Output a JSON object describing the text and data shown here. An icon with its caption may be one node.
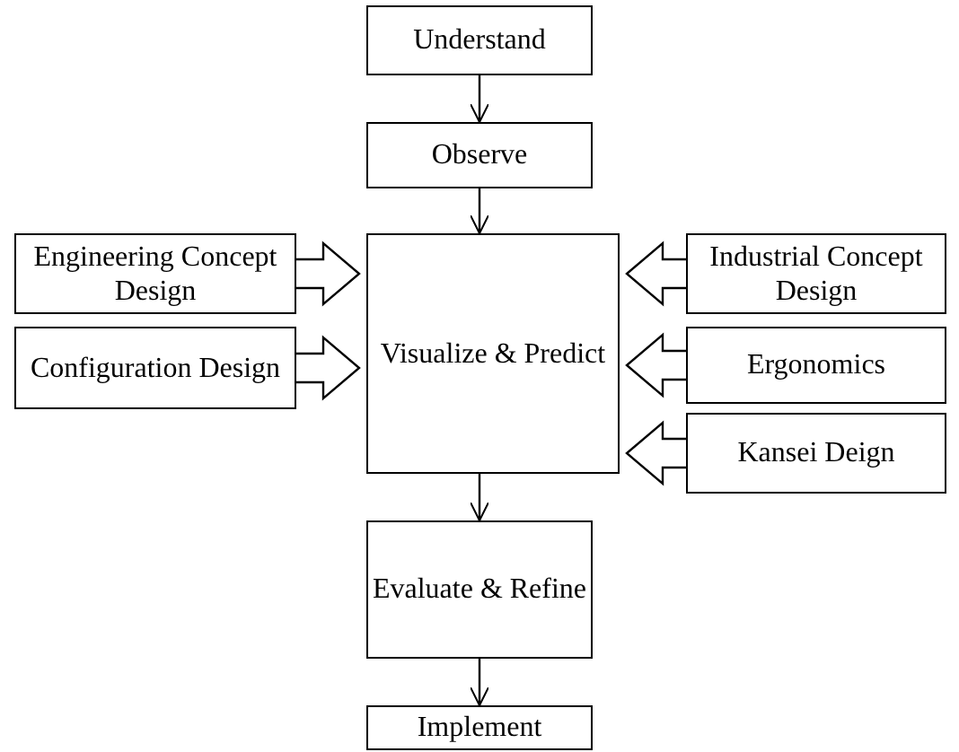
{
  "diagram": {
    "nodes": [
      {
        "text": [
          "Understand"
        ]
      },
      {
        "text": [
          "Observe"
        ]
      },
      {
        "text": [
          "Visualize & Predict"
        ]
      },
      {
        "text": [
          "Evaluate & Refine"
        ]
      },
      {
        "text": [
          "Implement"
        ]
      },
      {
        "text": [
          "Engineering Concept Design"
        ]
      },
      {
        "text": [
          "Configuration Design"
        ]
      },
      {
        "text": [
          "Industrial Concept Design"
        ]
      },
      {
        "text": [
          "Ergonomics"
        ]
      },
      {
        "text": [
          "Kansei Deign"
        ]
      }
    ],
    "edges": [
      {
        "from": 0,
        "to": 1,
        "arrow": "to"
      },
      {
        "from": 1,
        "to": 2,
        "arrow": "to"
      },
      {
        "from": 2,
        "to": 3,
        "arrow": "to"
      },
      {
        "from": 3,
        "to": 4,
        "arrow": "to"
      },
      {
        "from": 5,
        "to": 2,
        "arrow": "to",
        "style": "thick"
      },
      {
        "from": 6,
        "to": 2,
        "arrow": "to",
        "style": "thick"
      },
      {
        "from": 7,
        "to": 2,
        "arrow": "to",
        "style": "thick"
      },
      {
        "from": 8,
        "to": 2,
        "arrow": "to",
        "style": "thick"
      },
      {
        "from": 9,
        "to": 2,
        "arrow": "to",
        "style": "thick"
      }
    ]
  }
}
